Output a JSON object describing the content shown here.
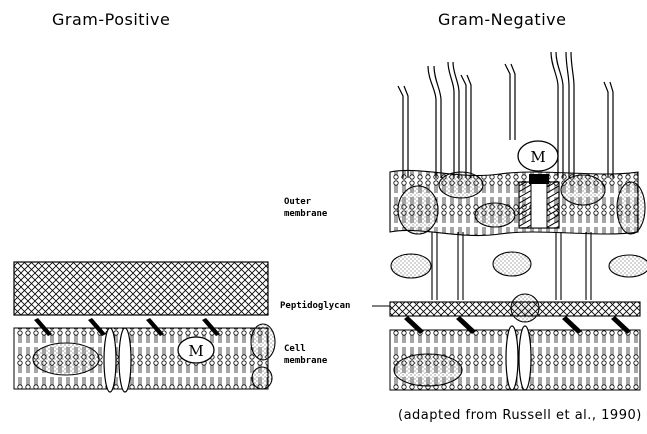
{
  "titles": {
    "gram_positive": "Gram-Positive",
    "gram_negative": "Gram-Negative"
  },
  "labels": {
    "outer_membrane": [
      "Outer",
      "membrane"
    ],
    "peptidoglycan": "Peptidoglycan",
    "cell_membrane": [
      "Cell",
      "membrane"
    ]
  },
  "protein_marker": "M",
  "credit": "(adapted from Russell et al., 1990)"
}
